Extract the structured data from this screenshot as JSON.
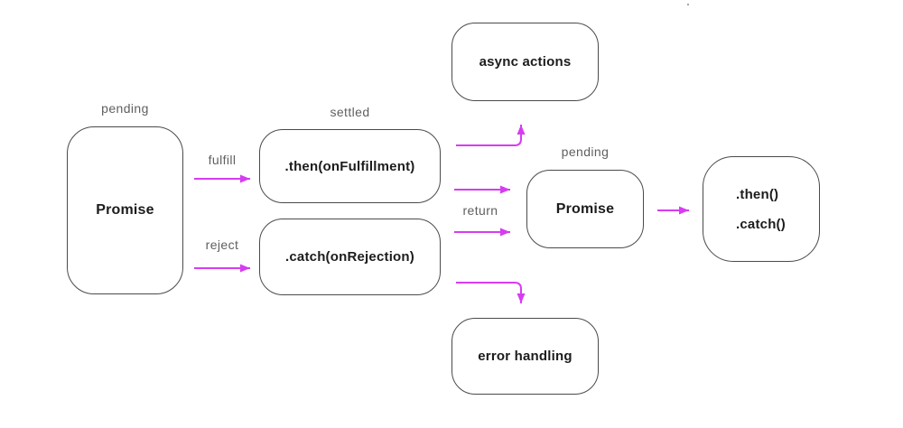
{
  "diagram": {
    "background": "#ffffff",
    "colors": {
      "arrow": "#d63cf2",
      "border": "#4a4a4a",
      "text": "#1c1c1c",
      "label": "#5f5f5f"
    },
    "nodes": {
      "promise1": {
        "label": "Promise",
        "state_label": "pending"
      },
      "then": {
        "label": ".then(onFulfillment)",
        "state_label": "settled"
      },
      "catch": {
        "label": ".catch(onRejection)"
      },
      "async_actions": {
        "label": "async actions"
      },
      "error_handling": {
        "label": "error handling"
      },
      "promise2": {
        "label": "Promise",
        "state_label": "pending"
      },
      "chain": {
        "line1": ".then()",
        "line2": ".catch()"
      }
    },
    "edges": {
      "fulfill": {
        "label": "fulfill"
      },
      "reject": {
        "label": "reject"
      },
      "return": {
        "label": "return"
      }
    }
  }
}
